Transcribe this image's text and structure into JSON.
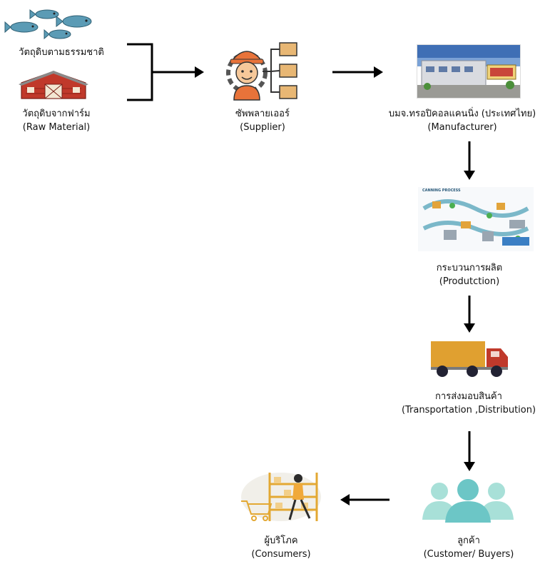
{
  "nodes": {
    "natural_raw": {
      "label": "วัตถุดิบตามธรรมชาติ",
      "icon": "fish-icon"
    },
    "farm_raw": {
      "label": "วัตถุดิบจากฟาร์ม",
      "sublabel": "(Raw Material)",
      "icon": "barn-icon"
    },
    "supplier": {
      "label": "ซัพพลายเออร์",
      "sublabel": "(Supplier)",
      "icon": "supplier-worker-icon"
    },
    "manufacturer": {
      "label": "บมจ.ทรอปิคอลแคนนิ่ง (ประเทศไทย)",
      "sublabel": "(Manufacturer)",
      "icon": "factory-photo"
    },
    "production": {
      "label": "กระบวนการผลิต",
      "sublabel": "(Produtction)",
      "icon": "canning-process-illustration",
      "inner_text": "CANNING PROCESS"
    },
    "distribution": {
      "label": "การส่งมอบสินค้า",
      "sublabel": "(Transportation ,Distribution)",
      "icon": "truck-icon"
    },
    "customer": {
      "label": "ลูกค้า",
      "sublabel": "(Customer/ Buyers)",
      "icon": "people-group-icon"
    },
    "consumer": {
      "label": "ผู้บริโภค",
      "sublabel": "(Consumers)",
      "icon": "shopper-illustration"
    }
  },
  "colors": {
    "fish": "#5b9bb5",
    "barn": "#c0392b",
    "truck_box": "#e0a030",
    "truck_cab": "#c0392b",
    "people": "#7ecfcf",
    "arrow": "#000000"
  }
}
